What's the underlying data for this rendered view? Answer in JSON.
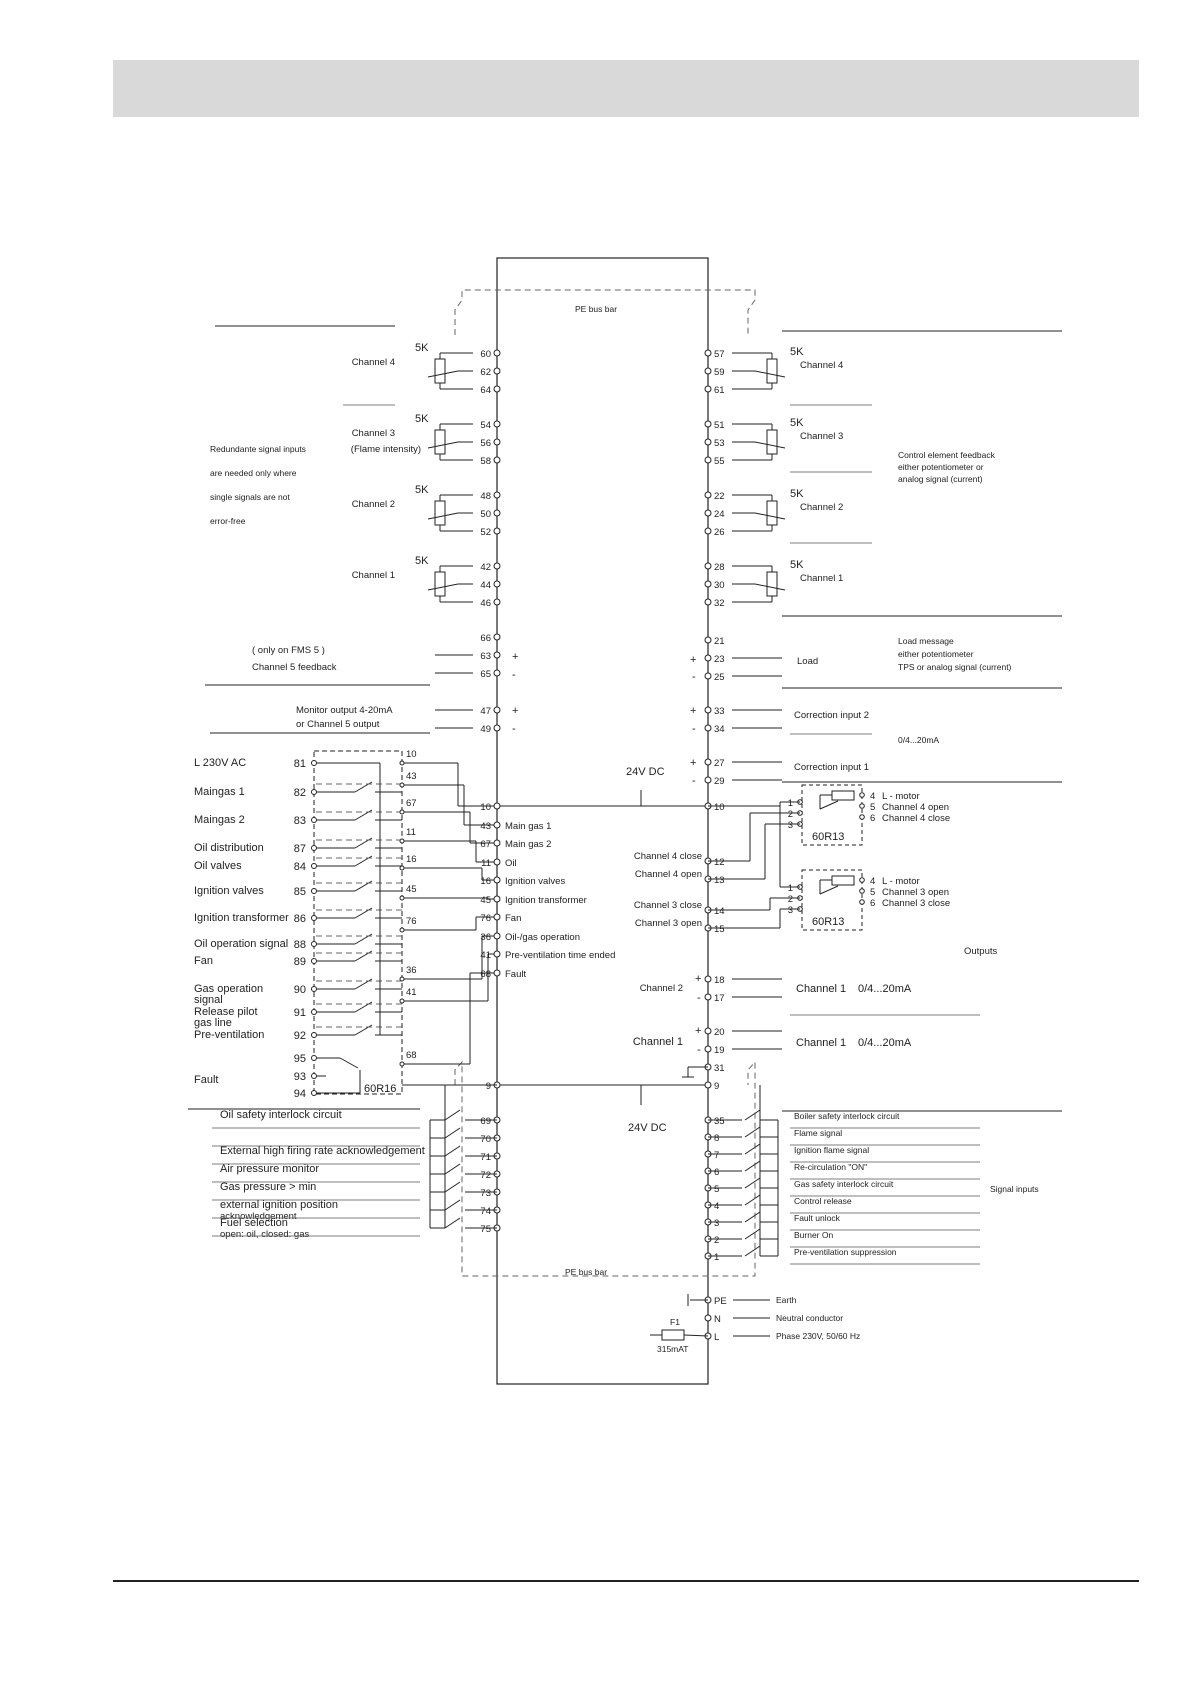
{
  "bus": {
    "pe_top": "PE bus bar",
    "pe_bottom": "PE bus bar",
    "v24_top": "24V DC",
    "v24_bottom": "24V DC"
  },
  "pot_label": "5K",
  "left_channels": [
    {
      "label": "Channel 4",
      "terms": [
        "60",
        "62",
        "64"
      ]
    },
    {
      "label": "Channel 3",
      "label2": "(Flame intensity)",
      "terms": [
        "54",
        "56",
        "58"
      ]
    },
    {
      "label": "Channel  2",
      "terms": [
        "48",
        "50",
        "52"
      ]
    },
    {
      "label": "Channel 1",
      "terms": [
        "42",
        "44",
        "46"
      ]
    }
  ],
  "right_channels": [
    {
      "label": "Channel 4",
      "terms": [
        "57",
        "59",
        "61"
      ]
    },
    {
      "label": "Channel 3",
      "terms": [
        "51",
        "53",
        "55"
      ]
    },
    {
      "label": "Channel 2",
      "terms": [
        "22",
        "24",
        "26"
      ]
    },
    {
      "label": "Channel 1",
      "terms": [
        "28",
        "30",
        "32"
      ]
    }
  ],
  "redundant_note": [
    "Redundante signal inputs",
    "are needed only where",
    "single signals are not",
    "error-free"
  ],
  "feedback_note": [
    "Control element feedback",
    "either potentiometer or",
    "analog signal (current)"
  ],
  "ch5": {
    "line1": "( only on FMS 5 )",
    "line2": "Channel 5 feedback",
    "terms": [
      "66",
      "63",
      "65"
    ]
  },
  "monitor": {
    "line1": "Monitor output 4-20mA",
    "line2": "or Channel 5 output",
    "terms": [
      "47",
      "49"
    ]
  },
  "load": {
    "label": "Load",
    "note": [
      "Load message",
      "either potentiometer",
      "TPS or analog signal (current)"
    ],
    "terms": [
      "21",
      "23",
      "25"
    ]
  },
  "corr2": {
    "label": "Correction input 2",
    "range": "0/4...20mA",
    "terms": [
      "33",
      "34"
    ]
  },
  "corr1": {
    "label": "Correction input 1",
    "terms": [
      "27",
      "29"
    ]
  },
  "plus": "+",
  "minus": "-",
  "relay_box": {
    "name": "60R16",
    "inputs": [
      {
        "label": "L 230V AC",
        "term": "81"
      },
      {
        "label": "Maingas 1",
        "term": "82"
      },
      {
        "label": "Maingas 2",
        "term": "83"
      },
      {
        "label": "Oil distribution",
        "term": "87"
      },
      {
        "label": "Oil valves",
        "term": "84"
      },
      {
        "label": "Ignition valves",
        "term": "85"
      },
      {
        "label": "Ignition transformer",
        "term": "86"
      },
      {
        "label": "Oil operation signal",
        "term": "88"
      },
      {
        "label": "Fan",
        "term": "89"
      },
      {
        "label": "Gas operation",
        "label2": "signal",
        "term": "90"
      },
      {
        "label": "Release pilot",
        "label2": "gas line",
        "term": "91"
      },
      {
        "label": "Pre-ventilation",
        "term": "92"
      }
    ],
    "fault": {
      "label": "Fault",
      "terms": [
        "95",
        "93",
        "94"
      ]
    },
    "wire_numbers": [
      "10",
      "43",
      "67",
      "11",
      "16",
      "45",
      "76",
      "36",
      "41",
      "68"
    ]
  },
  "center_outputs": [
    {
      "term": "10",
      "label": ""
    },
    {
      "term": "43",
      "label": "Main gas 1"
    },
    {
      "term": "67",
      "label": "Main gas 2"
    },
    {
      "term": "11",
      "label": "Oil"
    },
    {
      "term": "16",
      "label": "Ignition valves"
    },
    {
      "term": "45",
      "label": "Ignition transformer"
    },
    {
      "term": "76",
      "label": "Fan"
    },
    {
      "term": "36",
      "label": "Oil-/gas operation"
    },
    {
      "term": "41",
      "label": "Pre-ventilation time ended"
    },
    {
      "term": "68",
      "label": "Fault"
    }
  ],
  "motor_outputs": [
    {
      "term": "10",
      "label": ""
    },
    {
      "term": "12",
      "label": "Channel 4 close"
    },
    {
      "term": "13",
      "label": "Channel 4 open"
    },
    {
      "term": "14",
      "label": "Channel 3 close"
    },
    {
      "term": "15",
      "label": "Channel 3 open"
    }
  ],
  "motor_relays": [
    {
      "name": "60R13",
      "lines": [
        "L - motor",
        "Channel 4 open",
        "Channel 4 close"
      ]
    },
    {
      "name": "60R13",
      "lines": [
        "L - motor",
        "Channel 3 open",
        "Channel 3 close"
      ]
    }
  ],
  "relay_pins": [
    "1",
    "2",
    "3",
    "4",
    "5",
    "6"
  ],
  "outputs_label": "Outputs",
  "analog_outputs": [
    {
      "left": "Channel 2",
      "right": "Channel 1",
      "range": "0/4...20mA",
      "terms": [
        "18",
        "17"
      ]
    },
    {
      "left": "Channel 1",
      "right": "Channel 1",
      "range": "0/4...20mA",
      "terms": [
        "20",
        "19"
      ]
    }
  ],
  "term_31": "31",
  "term_9": "9",
  "left_signals": [
    {
      "label": "Oil safety interlock circuit",
      "term": "69"
    },
    {
      "label": "",
      "term": "70"
    },
    {
      "label": "External high firing rate acknowledgement",
      "term": "71"
    },
    {
      "label": "Air pressure monitor",
      "term": "72"
    },
    {
      "label": "Gas pressure > min",
      "term": "73"
    },
    {
      "label": "external ignition position",
      "label2": "acknowledgement",
      "term": "74"
    },
    {
      "label": "Fuel selection",
      "label2": "open: oil, closed: gas",
      "term": "75"
    }
  ],
  "right_signals": [
    {
      "label": "Boiler safety interlock circuit",
      "term": "35"
    },
    {
      "label": "Flame signal",
      "term": "8"
    },
    {
      "label": "Ignition flame signal",
      "term": "7"
    },
    {
      "label": "Re-circulation \"ON\"",
      "term": "6"
    },
    {
      "label": "Gas safety interlock circuit",
      "term": "5"
    },
    {
      "label": "Control release",
      "term": "4"
    },
    {
      "label": "Fault unlock",
      "term": "3"
    },
    {
      "label": "Burner On",
      "term": "2"
    },
    {
      "label": "Pre-ventilation  suppression",
      "term": "1"
    }
  ],
  "signal_inputs_label": "Signal inputs",
  "power": [
    {
      "term": "PE",
      "label": "Earth"
    },
    {
      "term": "N",
      "label": "Neutral conductor"
    },
    {
      "term": "L",
      "label": "Phase 230V, 50/60 Hz"
    }
  ],
  "fuse": {
    "name": "F1",
    "rating": "315mAT"
  }
}
